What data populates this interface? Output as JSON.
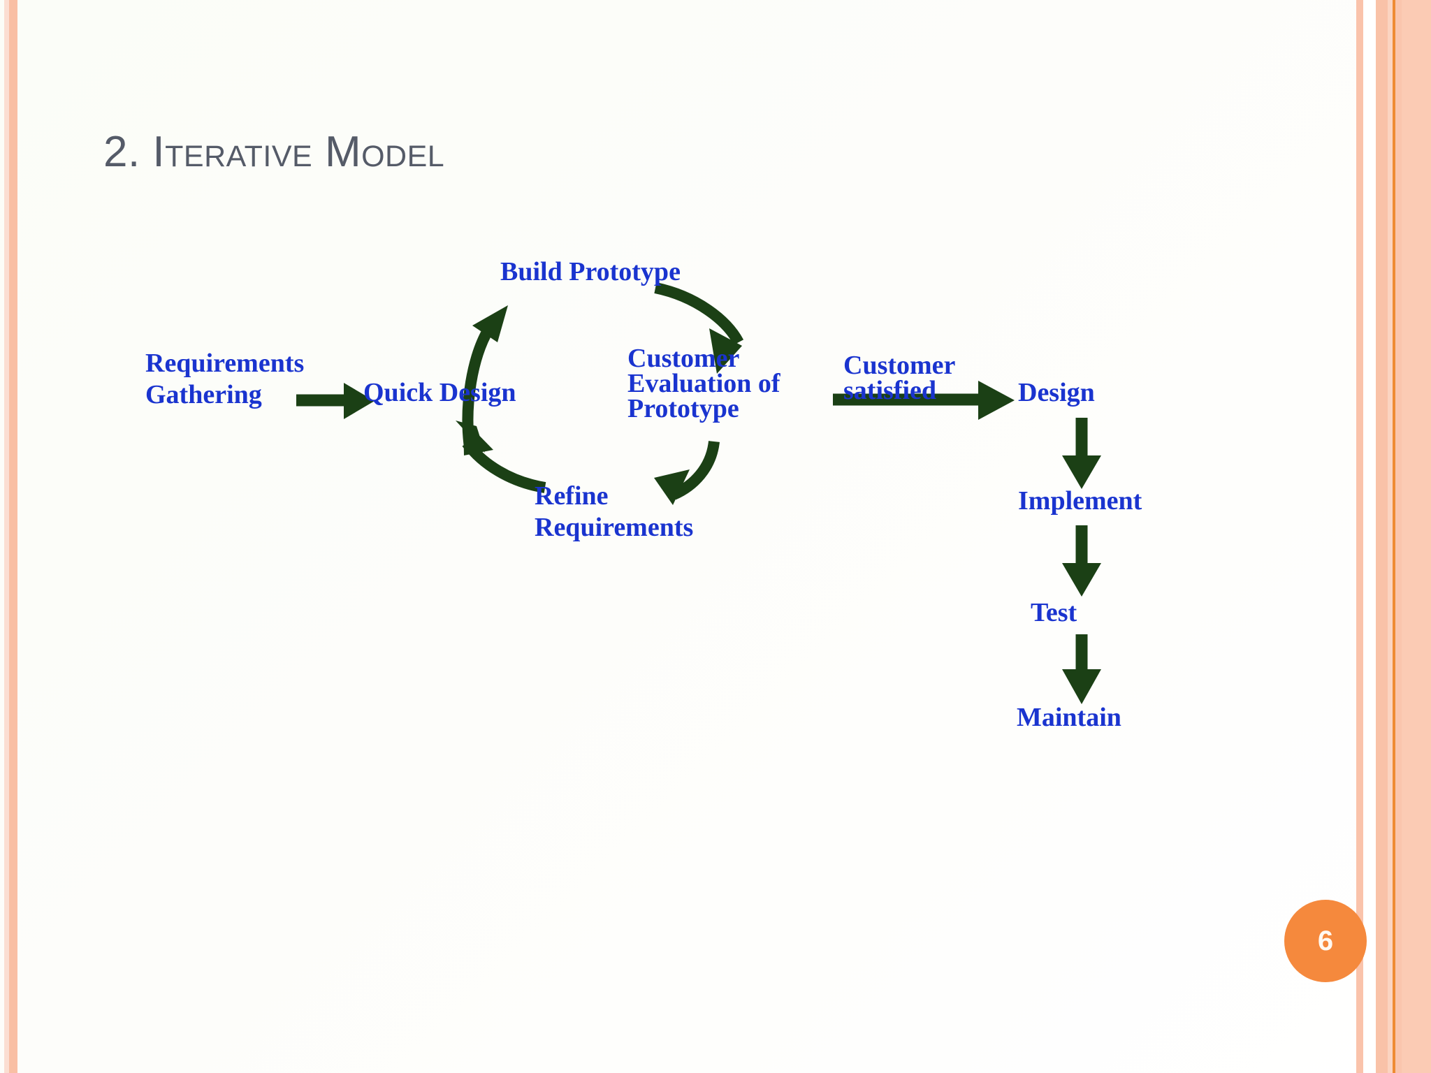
{
  "slide": {
    "title": "2. Iterative Model",
    "page_number": "6",
    "colors": {
      "label_blue": "#1a34cf",
      "arrow_green": "#1b4015",
      "title_gray": "#555b68",
      "badge_orange": "#f5893d",
      "border_peach": "#f9bfa4",
      "border_orange_line": "#ef8b33"
    }
  },
  "diagram": {
    "type": "process-flow",
    "nodes": [
      {
        "id": "requirements-gathering",
        "label": "Requirements\nGathering"
      },
      {
        "id": "quick-design",
        "label": "Quick Design"
      },
      {
        "id": "build-prototype",
        "label": "Build Prototype"
      },
      {
        "id": "customer-evaluation",
        "label": "Customer\nEvaluation of\nPrototype"
      },
      {
        "id": "refine-requirements",
        "label": "Refine\nRequirements"
      },
      {
        "id": "customer-satisfied",
        "label": "Customer\nsatisfied"
      },
      {
        "id": "design",
        "label": "Design"
      },
      {
        "id": "implement",
        "label": "Implement"
      },
      {
        "id": "test",
        "label": "Test"
      },
      {
        "id": "maintain",
        "label": "Maintain"
      }
    ],
    "edges": [
      {
        "from": "requirements-gathering",
        "to": "quick-design",
        "shape": "straight-right"
      },
      {
        "from": "quick-design",
        "to": "build-prototype",
        "shape": "curve-up-right"
      },
      {
        "from": "build-prototype",
        "to": "customer-evaluation",
        "shape": "curve-down-right"
      },
      {
        "from": "customer-evaluation",
        "to": "refine-requirements",
        "shape": "curve-down-left"
      },
      {
        "from": "refine-requirements",
        "to": "quick-design",
        "shape": "curve-up-left"
      },
      {
        "from": "customer-evaluation",
        "to": "design",
        "shape": "straight-right",
        "label": "Customer satisfied"
      },
      {
        "from": "design",
        "to": "implement",
        "shape": "straight-down"
      },
      {
        "from": "implement",
        "to": "test",
        "shape": "straight-down"
      },
      {
        "from": "test",
        "to": "maintain",
        "shape": "straight-down"
      }
    ]
  }
}
